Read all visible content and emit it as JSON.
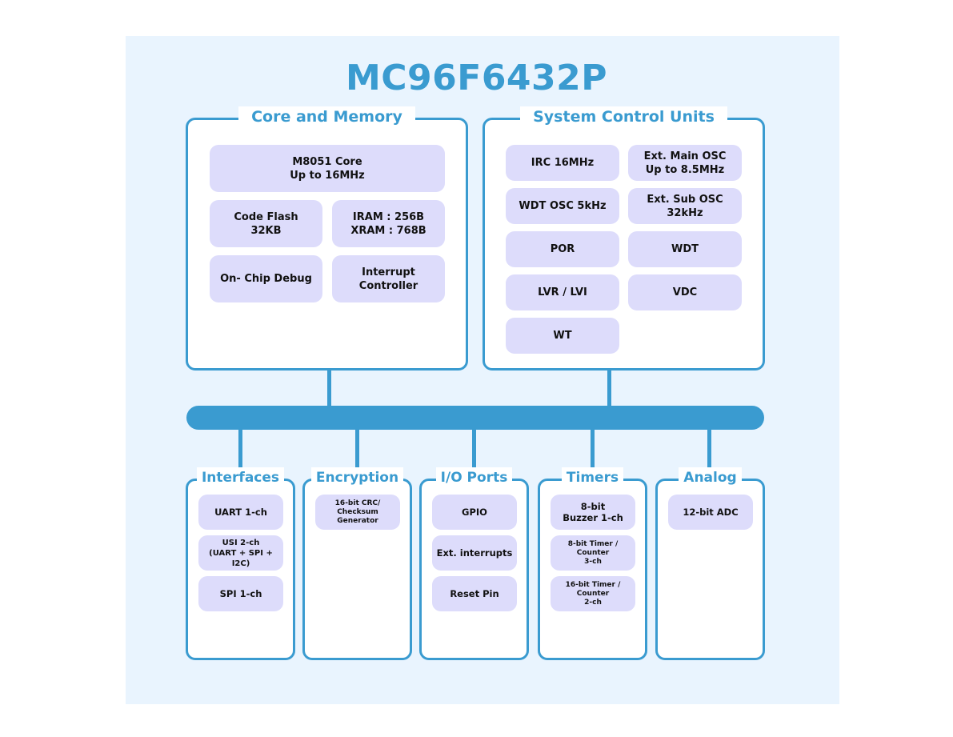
{
  "title": "MC96F6432P",
  "groups": {
    "core": {
      "title": "Core and Memory",
      "blocks": [
        "M8051 Core\nUp to 16MHz",
        "Code Flash\n32KB",
        "IRAM : 256B\nXRAM : 768B",
        "On- Chip Debug",
        "Interrupt\nController"
      ]
    },
    "system": {
      "title": "System Control Units",
      "blocks": [
        "IRC 16MHz",
        "Ext. Main OSC\nUp to 8.5MHz",
        "WDT OSC 5kHz",
        "Ext. Sub OSC\n32kHz",
        "POR",
        "WDT",
        "LVR / LVI",
        "VDC",
        "WT"
      ]
    },
    "interfaces": {
      "title": "Interfaces",
      "blocks": [
        "UART 1-ch",
        "USI 2-ch\n(UART + SPI + I2C)",
        "SPI 1-ch"
      ]
    },
    "encryption": {
      "title": "Encryption",
      "blocks": [
        "16-bit CRC/\nChecksum Generator"
      ]
    },
    "io": {
      "title": "I/O Ports",
      "blocks": [
        "GPIO",
        "Ext. interrupts",
        "Reset Pin"
      ]
    },
    "timers": {
      "title": "Timers",
      "blocks": [
        "8-bit\nBuzzer 1-ch",
        "8-bit Timer / Counter\n3-ch",
        "16-bit Timer / Counter\n2-ch"
      ]
    },
    "analog": {
      "title": "Analog",
      "blocks": [
        "12-bit ADC"
      ]
    }
  },
  "colors": {
    "accent": "#3a9bd0",
    "block": "#dddcfb",
    "panel": "#e9f4fe"
  }
}
